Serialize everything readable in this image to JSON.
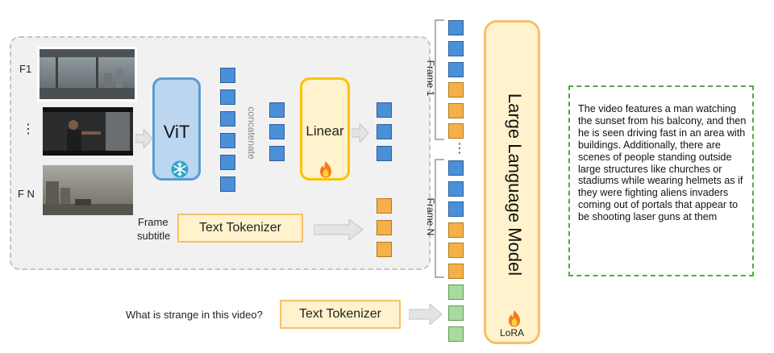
{
  "frames": {
    "first_label": "F1",
    "ellipsis": "⋮",
    "last_label": "F N"
  },
  "vit": {
    "label": "ViT",
    "icon": "snowflake-icon"
  },
  "concatenate_label": "concatenate",
  "linear": {
    "label": "Linear",
    "icon": "fire-icon"
  },
  "frame_subtitle": {
    "line1": "Frame",
    "line2": "subtitle"
  },
  "tokenizer_subtitle": {
    "label": "Text Tokenizer"
  },
  "question": {
    "text": "What is strange in this video?"
  },
  "tokenizer_question": {
    "label": "Text Tokenizer"
  },
  "token_groups": {
    "frame1_label": "Frame 1",
    "frameN_label": "Frame N",
    "ellipsis": "⋮"
  },
  "llm": {
    "label": "Large Language Model",
    "adapter": "LoRA",
    "icon": "fire-icon"
  },
  "output": {
    "text": "The video features a man watching the sunset from his balcony, and then he is seen driving fast in an area with buildings. Additionally, there are scenes of people standing outside large structures like churches or stadiums while wearing helmets as if they were fighting aliens invaders coming out of portals that appear to be shooting laser guns at them"
  },
  "colors": {
    "visual_token": "#4a90d9",
    "text_token": "#f5b04a",
    "question_token": "#a9dba0",
    "frozen_module": "#bcd6ef",
    "trainable_module": "#fff2cc",
    "output_border": "#4ead3f"
  }
}
